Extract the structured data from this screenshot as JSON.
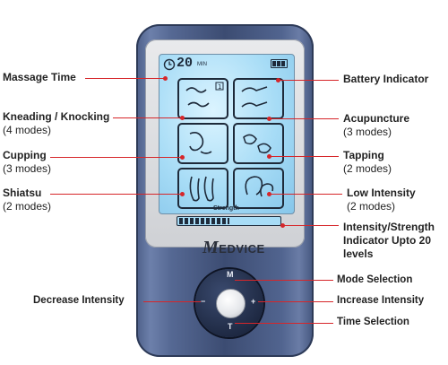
{
  "labels": {
    "massage_time": "Massage Time",
    "kneading": "Kneading / Knocking",
    "kneading_modes": "(4 modes)",
    "cupping": "Cupping",
    "cupping_modes": "(3 modes)",
    "shiatsu": "Shiatsu",
    "shiatsu_modes": "(2 modes)",
    "battery": "Battery Indicator",
    "acupuncture": "Acupuncture",
    "acupuncture_modes": "(3 modes)",
    "tapping": "Tapping",
    "tapping_modes": "(2 modes)",
    "low_intensity": "Low Intensity",
    "low_intensity_modes": "(2 modes)",
    "intensity_line1": "Intensity/Strength",
    "intensity_line2": "Indicator Upto 20",
    "intensity_line3": "levels",
    "mode_selection": "Mode Selection",
    "increase_intensity": "Increase Intensity",
    "time_selection": "Time Selection",
    "decrease_intensity": "Decrease Intensity"
  },
  "screen": {
    "time_value": "20",
    "time_unit": "MIN",
    "strength_label": "Strength",
    "strength_level_fraction": 0.5
  },
  "device": {
    "brand": "EDVICE",
    "brand_initial": "M",
    "btn_mode": "M",
    "btn_minus": "−",
    "btn_plus": "+",
    "btn_time": "T"
  },
  "colors": {
    "callout": "#d6262a",
    "screen": "#a7dcf6",
    "body": "#4d5f88"
  }
}
